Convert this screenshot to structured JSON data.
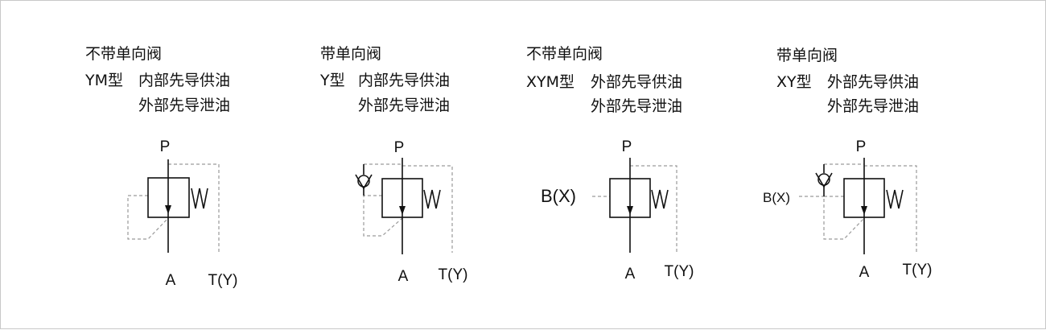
{
  "panels": [
    {
      "check_label": "不带单向阀",
      "model": "YM型",
      "supply": "内部先导供油",
      "drain": "外部先导泄油",
      "ports": {
        "p": "P",
        "a": "A",
        "t": "T(Y)",
        "b": ""
      }
    },
    {
      "check_label": "带单向阀",
      "model": "Y型",
      "supply": "内部先导供油",
      "drain": "外部先导泄油",
      "ports": {
        "p": "P",
        "a": "A",
        "t": "T(Y)",
        "b": ""
      }
    },
    {
      "check_label": "不带单向阀",
      "model": "XYM型",
      "supply": "外部先导供油",
      "drain": "外部先导泄油",
      "ports": {
        "p": "P",
        "a": "A",
        "t": "T(Y)",
        "b": "B(X)"
      }
    },
    {
      "check_label": "带单向阀",
      "model": "XY型",
      "supply": "外部先导供油",
      "drain": "外部先导泄油",
      "ports": {
        "p": "P",
        "a": "A",
        "t": "T(Y)",
        "b": "B(X)"
      }
    }
  ]
}
